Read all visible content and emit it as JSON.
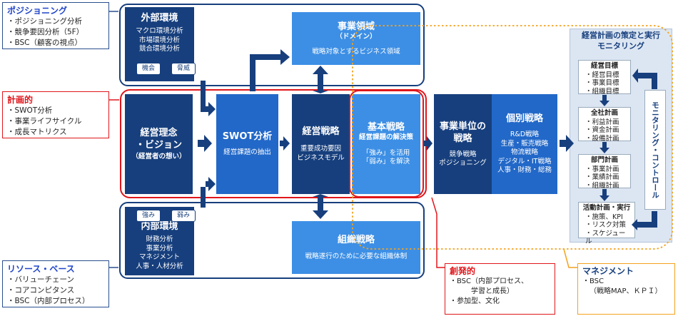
{
  "positioning": {
    "title": "ポジショニング",
    "items": [
      "ポジショニング分析",
      "競争要因分析（5F）",
      "BSC（顧客の視点）"
    ]
  },
  "planned": {
    "title": "計画的",
    "items": [
      "SWOT分析",
      "事業ライフサイクル",
      "成長マトリクス"
    ]
  },
  "resource": {
    "title": "リソース・ベース",
    "items": [
      "バリューチェーン",
      "コアコンピタンス",
      "BSC（内部プロセス）"
    ]
  },
  "external": {
    "title": "外部環境",
    "lines": [
      "マクロ環境分析",
      "市場環境分析",
      "競合環境分析"
    ],
    "tag_opportunity": "機会",
    "tag_threat": "脅威"
  },
  "internal": {
    "title": "内部環境",
    "lines": [
      "財務分析",
      "事業分析",
      "マネジメント",
      "人事・人材分析"
    ],
    "tag_strength": "強み",
    "tag_weakness": "弱み"
  },
  "domain": {
    "title": "事業領域",
    "subtitle": "（ドメイン）",
    "desc": "戦略対象とするビジネス領域"
  },
  "philosophy": {
    "title_line1": "経営理念",
    "title_line2": "・ビジョン",
    "subtitle": "（経営者の想い）"
  },
  "swot": {
    "title": "SWOT分析",
    "desc": "経営課題の抽出"
  },
  "strategy": {
    "title": "経営戦略",
    "desc_line1": "重要成功要因",
    "desc_line2": "ビジネスモデル"
  },
  "basic": {
    "title": "基本戦略",
    "subtitle": "経営課題の解決策",
    "desc_line1": "「強み」を活用",
    "desc_line2": "「弱み」を解決"
  },
  "business_unit": {
    "title_line1": "事業単位の",
    "title_line2": "戦略",
    "desc_line1": "競争戦略",
    "desc_line2": "ポジショニング"
  },
  "individual": {
    "title": "個別戦略",
    "lines": [
      "R&D戦略",
      "生産・販売戦略",
      "物流戦略",
      "デジタル・IT戦略",
      "人事・財務・総務"
    ]
  },
  "organization": {
    "title": "組織戦略",
    "desc": "戦略遂行のために必要な組織体制"
  },
  "monitoring": {
    "title_line1": "経営計画の策定と実行",
    "title_line2": "モニタリング",
    "goals": {
      "title": "経営目標",
      "items": [
        "経営目標",
        "事業目標",
        "組織目標"
      ]
    },
    "company_plan": {
      "title": "全社計画",
      "items": [
        "利益計画",
        "資金計画",
        "設備計画"
      ]
    },
    "dept_plan": {
      "title": "部門計画",
      "items": [
        "事業計画",
        "業績計画",
        "組織計画"
      ]
    },
    "activity_plan": {
      "title": "活動計画・実行",
      "items": [
        "施策、KPI",
        "リスク対策",
        "スケジュール"
      ]
    },
    "control": "モニタリング・コントロール"
  },
  "emergent": {
    "title": "創発的",
    "items": [
      "BSC（内部プロセス、",
      "学習と成長）",
      "参加型、文化"
    ]
  },
  "management": {
    "title": "マネジメント",
    "items": [
      "BSC",
      "（戦略MAP、ＫＰＩ）"
    ]
  },
  "colors": {
    "dark_block": "#173f7d",
    "mid_block": "#2268c8",
    "light_block": "#3d8fe5",
    "planned_red": "#e0161b",
    "emergent_red": "#e0161b",
    "management_orange": "#f4a21e",
    "title_blue": "#1f44c8",
    "monitor_bg": "#dce6f2"
  }
}
